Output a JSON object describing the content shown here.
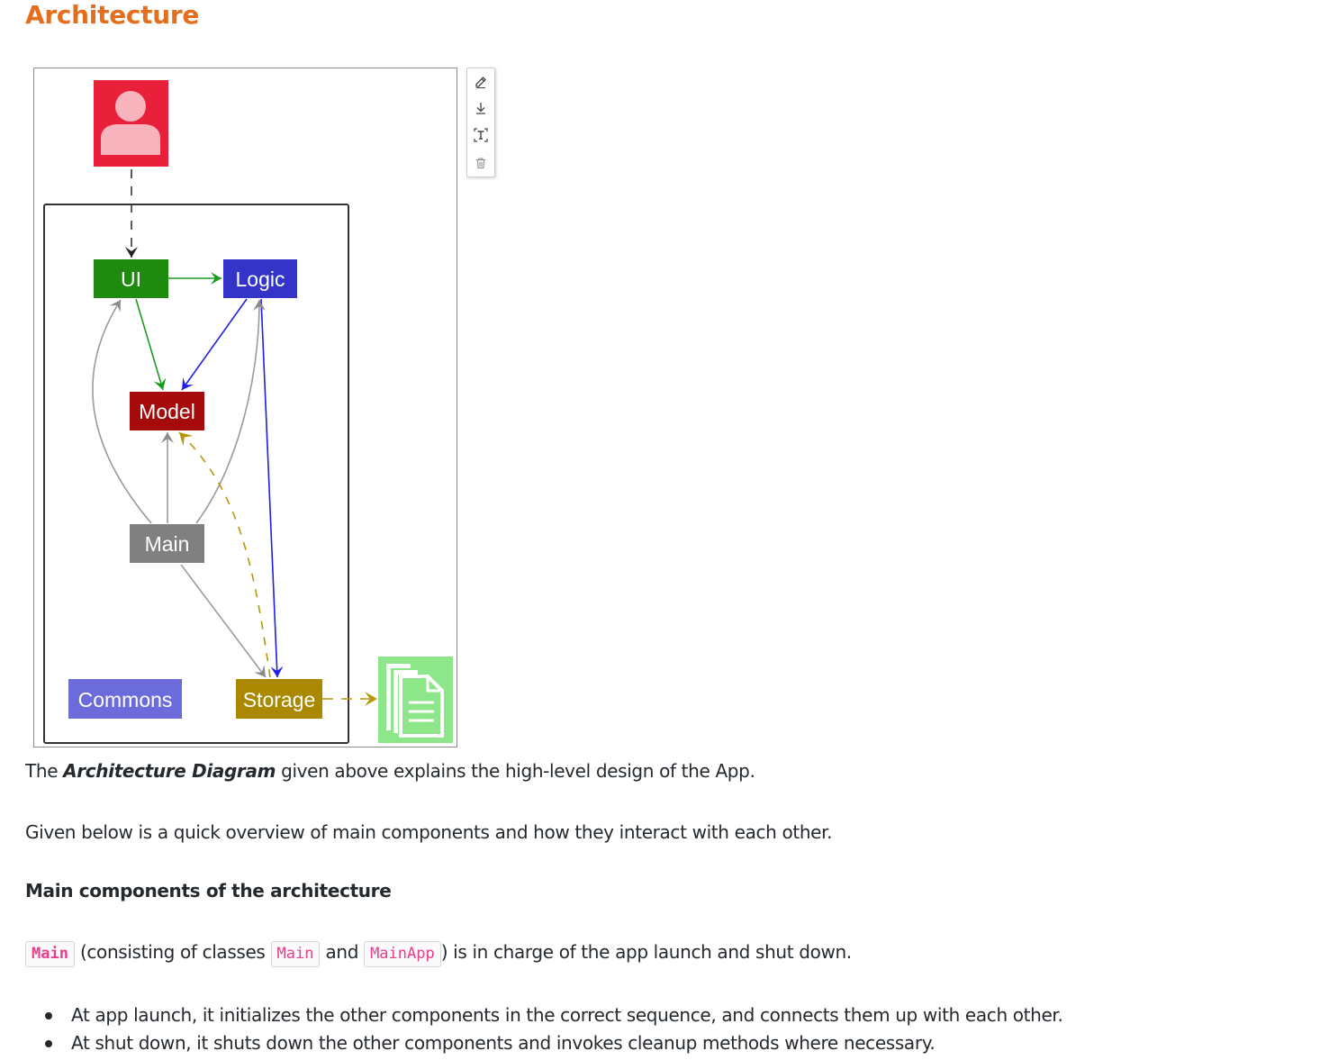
{
  "page": {
    "heading": "Architecture"
  },
  "diagram": {
    "components": {
      "ui": "UI",
      "logic": "Logic",
      "model": "Model",
      "main": "Main",
      "commons": "Commons",
      "storage": "Storage"
    },
    "colors": {
      "user": "#e8203a",
      "user_figure": "#f8b4bd",
      "ui": "#1e8a0e",
      "logic": "#3434c8",
      "model": "#a50b0b",
      "main": "#808080",
      "commons": "#6b6bdb",
      "storage": "#aa8800",
      "file": "#8ee68a",
      "arrow_green": "#1b9a1b",
      "arrow_blue": "#1f1fe8",
      "arrow_gray": "#999999",
      "arrow_gold": "#b8960c"
    }
  },
  "toolbar": {
    "items": [
      "edit-icon",
      "download-icon",
      "text-extract-icon",
      "delete-icon"
    ]
  },
  "text": {
    "intro_pre": "The ",
    "intro_emph": "Architecture Diagram",
    "intro_post": " given above explains the high-level design of the App.",
    "overview": "Given below is a quick overview of main components and how they interact with each other.",
    "section_title": "Main components of the architecture",
    "main_code": "Main",
    "main_desc_1": " (consisting of classes ",
    "class_main": "Main",
    "and": " and ",
    "class_mainapp": "MainApp",
    "main_desc_2": ") is in charge of the app launch and shut down.",
    "bullets": [
      "At app launch, it initializes the other components in the correct sequence, and connects them up with each other.",
      "At shut down, it shuts down the other components and invokes cleanup methods where necessary."
    ]
  }
}
